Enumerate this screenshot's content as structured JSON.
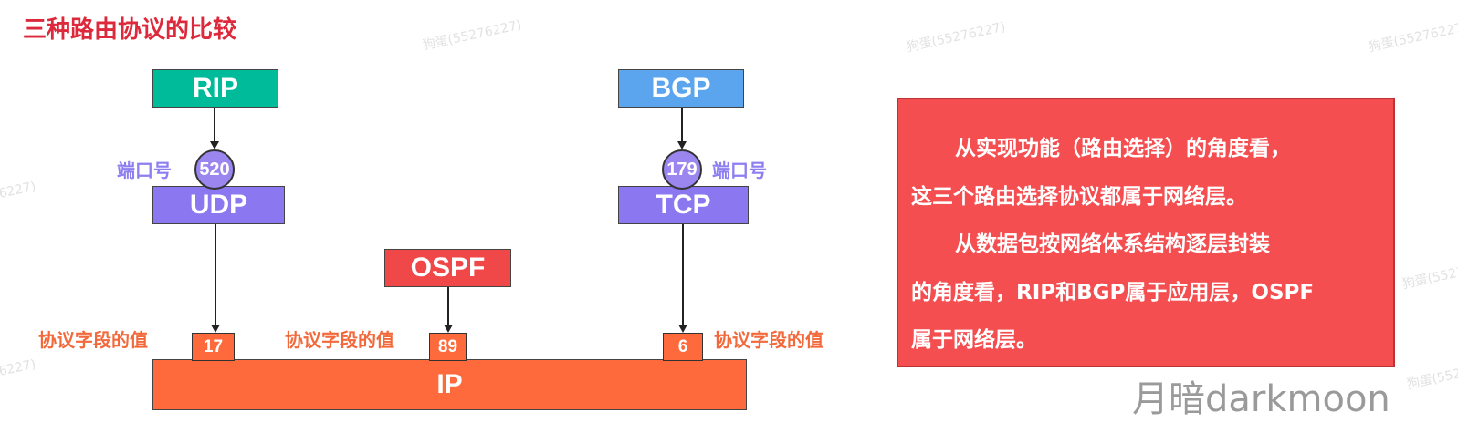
{
  "title": "三种路由协议的比较",
  "protocols": {
    "rip": {
      "label": "RIP",
      "color": "#00bb99"
    },
    "bgp": {
      "label": "BGP",
      "color": "#5aa5ee"
    },
    "ospf": {
      "label": "OSPF",
      "color": "#f04848"
    },
    "udp": {
      "label": "UDP",
      "color": "#8b78f0"
    },
    "tcp": {
      "label": "TCP",
      "color": "#8b78f0"
    },
    "ip": {
      "label": "IP",
      "color": "#ff6a3d"
    }
  },
  "ports": {
    "label": "端口号",
    "rip_port": "520",
    "bgp_port": "179"
  },
  "protocol_field": {
    "label": "协议字段的值",
    "udp_value": "17",
    "ospf_value": "89",
    "tcp_value": "6"
  },
  "note": {
    "para1_line1": "从实现功能（路由选择）的角度看，",
    "para1_line2": "这三个路由选择协议都属于网络层。",
    "para2_line1": "从数据包按网络体系结构逐层封装",
    "para2_line2": "的角度看，RIP和BGP属于应用层，OSPF",
    "para2_line3": "属于网络层。"
  },
  "watermark": "狗蛋(55276227)",
  "signature": "月暗darkmoon"
}
